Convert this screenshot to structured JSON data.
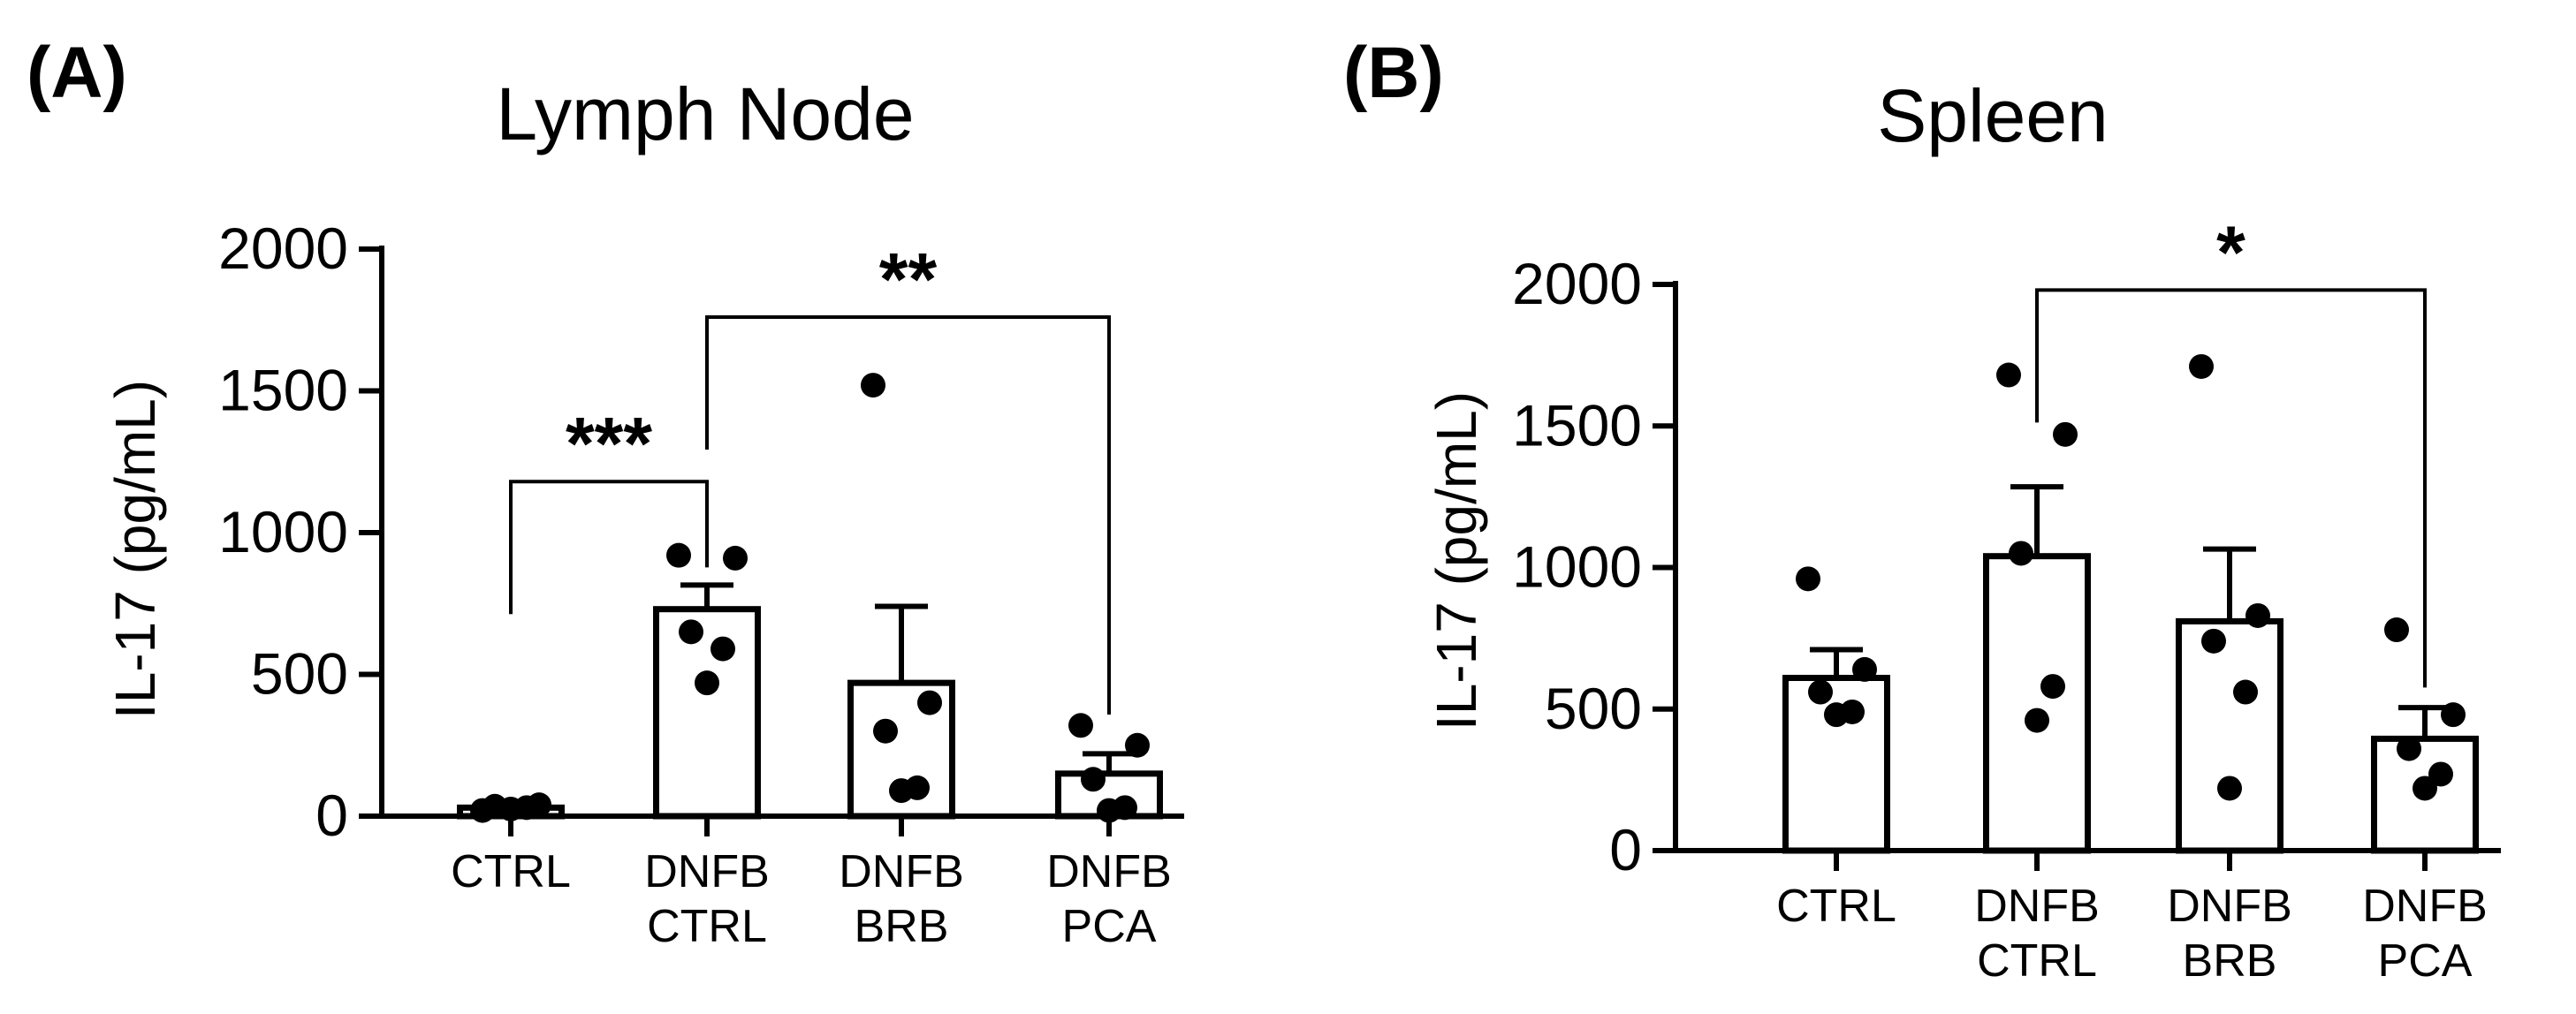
{
  "panels": [
    {
      "letter": "(A)",
      "chart_data": {
        "type": "bar",
        "title": "Lymph Node",
        "ylabel": "IL-17 (pg/mL)",
        "xlabel": "",
        "ylim": [
          0,
          2000
        ],
        "yticks": [
          0,
          500,
          1000,
          1500,
          2000
        ],
        "yticklabels": [
          "0",
          "500",
          "1000",
          "1500",
          "2000"
        ],
        "categories": [
          [
            "CTRL"
          ],
          [
            "DNFB",
            "CTRL"
          ],
          [
            "DNFB",
            "BRB"
          ],
          [
            "DNFB",
            "PCA"
          ]
        ],
        "values": [
          30,
          730,
          470,
          150
        ],
        "sem": [
          8,
          85,
          270,
          70
        ],
        "points": [
          [
            20,
            40,
            35,
            30,
            25
          ],
          [
            920,
            910,
            650,
            590,
            470
          ],
          [
            1520,
            400,
            300,
            100,
            90
          ],
          [
            320,
            250,
            130,
            30,
            20
          ]
        ],
        "brackets": [
          {
            "from": 0,
            "to": 1,
            "y": 1180,
            "label": "***"
          },
          {
            "from": 1,
            "to": 3,
            "y": 1760,
            "label": "**"
          }
        ]
      }
    },
    {
      "letter": "(B)",
      "chart_data": {
        "type": "bar",
        "title": "Spleen",
        "ylabel": "IL-17 (pg/mL)",
        "xlabel": "",
        "ylim": [
          0,
          2000
        ],
        "yticks": [
          0,
          500,
          1000,
          1500,
          2000
        ],
        "yticklabels": [
          "0",
          "500",
          "1000",
          "1500",
          "2000"
        ],
        "categories": [
          [
            "CTRL"
          ],
          [
            "DNFB",
            "CTRL"
          ],
          [
            "DNFB",
            "BRB"
          ],
          [
            "DNFB",
            "PCA"
          ]
        ],
        "values": [
          610,
          1040,
          810,
          395
        ],
        "sem": [
          100,
          245,
          255,
          110
        ],
        "points": [
          [
            960,
            640,
            560,
            490,
            480
          ],
          [
            1680,
            1470,
            1050,
            580,
            460
          ],
          [
            1710,
            830,
            740,
            560,
            220
          ],
          [
            780,
            480,
            360,
            270,
            220
          ]
        ],
        "brackets": [
          {
            "from": 1,
            "to": 3,
            "y": 1980,
            "label": "*"
          }
        ]
      }
    }
  ],
  "colors": {
    "ink": "#000000",
    "bar_fill": "#ffffff",
    "background": "#ffffff"
  }
}
